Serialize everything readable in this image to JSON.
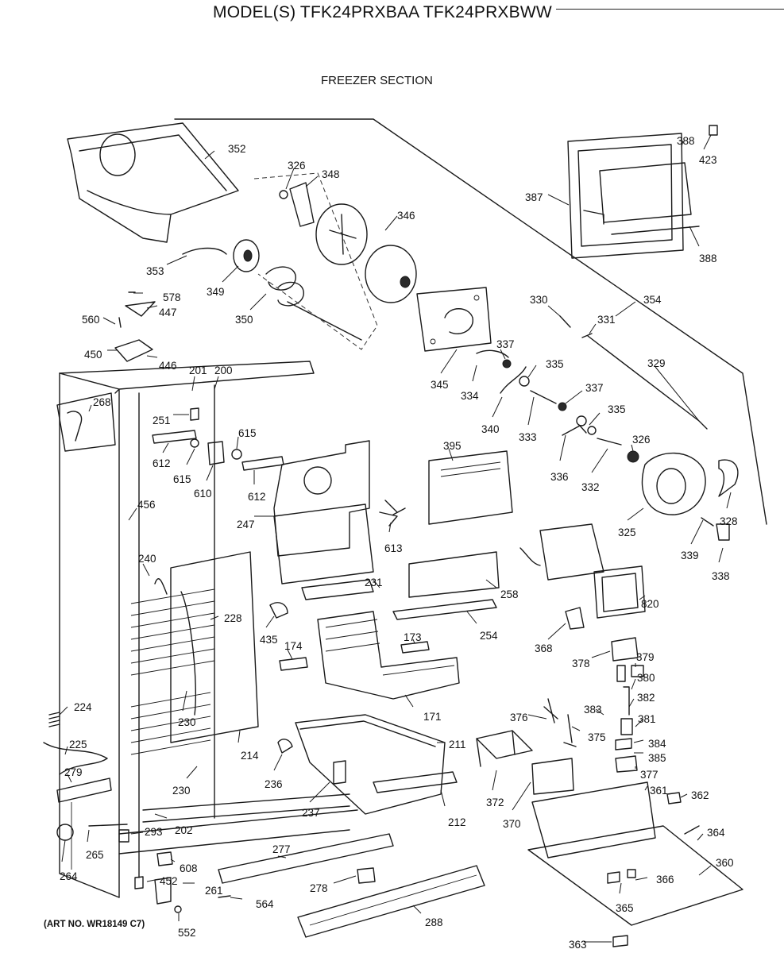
{
  "header": {
    "title": "MODEL(S) TFK24PRXBAA  TFK24PRXBWW",
    "subtitle": "FREEZER SECTION"
  },
  "footer": {
    "art_no": "(ART NO. WR18149 C7)"
  },
  "parts": [
    "352",
    "326",
    "348",
    "346",
    "388",
    "423",
    "387",
    "388",
    "353",
    "349",
    "350",
    "578",
    "447",
    "560",
    "450",
    "446",
    "201",
    "200",
    "268",
    "251",
    "615",
    "612",
    "615",
    "610",
    "612",
    "456",
    "330",
    "354",
    "331",
    "337",
    "345",
    "335",
    "329",
    "334",
    "340",
    "333",
    "337",
    "335",
    "326",
    "336",
    "332",
    "395",
    "325",
    "328",
    "339",
    "338",
    "247",
    "613",
    "240",
    "228",
    "231",
    "258",
    "254",
    "820",
    "435",
    "174",
    "173",
    "368",
    "378",
    "379",
    "380",
    "382",
    "224",
    "171",
    "383",
    "381",
    "376",
    "375",
    "384",
    "385",
    "230",
    "225",
    "214",
    "211",
    "279",
    "236",
    "377",
    "230",
    "372",
    "361",
    "362",
    "237",
    "212",
    "370",
    "364",
    "293",
    "202",
    "265",
    "277",
    "360",
    "264",
    "608",
    "452",
    "261",
    "278",
    "366",
    "564",
    "365",
    "288",
    "552",
    "363"
  ]
}
